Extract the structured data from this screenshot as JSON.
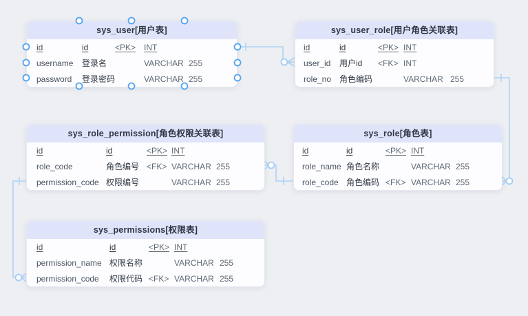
{
  "canvas": {
    "background": "#edeff3"
  },
  "colors": {
    "header_bg": "#e0e4fa",
    "table_bg": "#fdfdff",
    "relation_line": "#b6d6f4",
    "handle_ring": "#54a3f0",
    "connector_ring": "#a3ccf2",
    "title_text": "#2f3644",
    "field_text": "#4a5361",
    "meta_text": "#5f6975"
  },
  "tables": [
    {
      "id": "sys_user",
      "title": "sys_user[用户表]",
      "rows": [
        {
          "name": "id",
          "logical": "id",
          "key": "<PK>",
          "type": "INT",
          "size": "",
          "pk": true
        },
        {
          "name": "username",
          "logical": "登录名",
          "key": "",
          "type": "VARCHAR",
          "size": "255"
        },
        {
          "name": "password",
          "logical": "登录密码",
          "key": "",
          "type": "VARCHAR",
          "size": "255"
        }
      ]
    },
    {
      "id": "sys_user_role",
      "title": "sys_user_role[用户角色关联表]",
      "rows": [
        {
          "name": "id",
          "logical": "id",
          "key": "<PK>",
          "type": "INT",
          "size": "",
          "pk": true
        },
        {
          "name": "user_id",
          "logical": "用户id",
          "key": "<FK>",
          "type": "INT",
          "size": ""
        },
        {
          "name": "role_no",
          "logical": "角色编码",
          "key": "",
          "type": "VARCHAR",
          "size": "255"
        }
      ]
    },
    {
      "id": "sys_role_permission",
      "title": "sys_role_permission[角色权限关联表]",
      "rows": [
        {
          "name": "id",
          "logical": "id",
          "key": "<PK>",
          "type": "INT",
          "size": "",
          "pk": true
        },
        {
          "name": "role_code",
          "logical": "角色编号",
          "key": "<FK>",
          "type": "VARCHAR",
          "size": "255"
        },
        {
          "name": "permission_code",
          "logical": "权限编号",
          "key": "",
          "type": "VARCHAR",
          "size": "255"
        }
      ]
    },
    {
      "id": "sys_role",
      "title": "sys_role[角色表]",
      "rows": [
        {
          "name": "id",
          "logical": "id",
          "key": "<PK>",
          "type": "INT",
          "size": "",
          "pk": true
        },
        {
          "name": "role_name",
          "logical": "角色名称",
          "key": "",
          "type": "VARCHAR",
          "size": "255"
        },
        {
          "name": "role_code",
          "logical": "角色编码",
          "key": "<FK>",
          "type": "VARCHAR",
          "size": "255"
        }
      ]
    },
    {
      "id": "sys_permissions",
      "title": "sys_permissions[权限表]",
      "rows": [
        {
          "name": "id",
          "logical": "id",
          "key": "<PK>",
          "type": "INT",
          "size": "",
          "pk": true
        },
        {
          "name": "permission_name",
          "logical": "权限名称",
          "key": "",
          "type": "VARCHAR",
          "size": "255"
        },
        {
          "name": "permission_code",
          "logical": "权限代码",
          "key": "<FK>",
          "type": "VARCHAR",
          "size": "255"
        }
      ]
    }
  ],
  "connections": [
    {
      "from": "sys_user.id",
      "to": "sys_user_role.user_id",
      "cardinality": "one-to-many"
    },
    {
      "from": "sys_user_role.role_no",
      "to": "sys_role.role_code",
      "cardinality": "one-to-many"
    },
    {
      "from": "sys_role_permission.role_code",
      "to": "sys_role.role_code",
      "cardinality": "many-to-one"
    },
    {
      "from": "sys_role_permission.permission_code",
      "to": "sys_permissions.permission_code",
      "cardinality": "one-to-many"
    }
  ]
}
